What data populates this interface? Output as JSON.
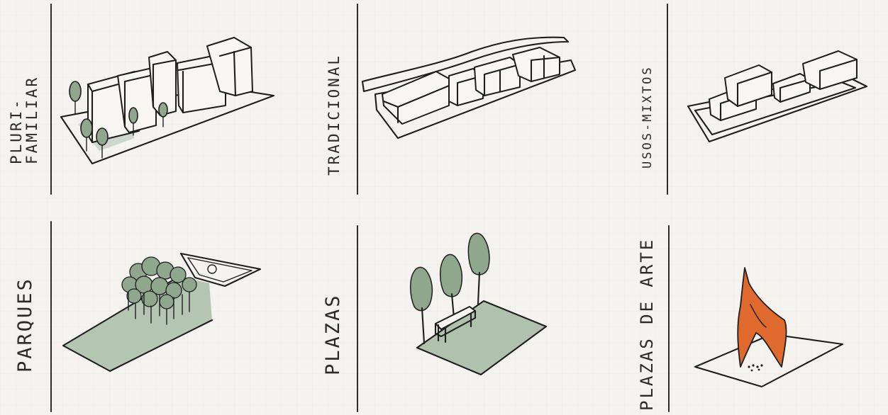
{
  "panels": [
    {
      "id": "plurifamiliar",
      "label_lines": [
        "PLURI-",
        "FAMILIAR"
      ]
    },
    {
      "id": "tradicional",
      "label_lines": [
        "TRADICIONAL"
      ]
    },
    {
      "id": "usos-mixtos",
      "label_lines": [
        "USOS-MIXTOS"
      ]
    },
    {
      "id": "parques",
      "label_lines": [
        "PARQUES"
      ]
    },
    {
      "id": "plazas",
      "label_lines": [
        "PLAZAS"
      ]
    },
    {
      "id": "plazas-de-arte",
      "label_lines": [
        "PLAZAS DE ARTE"
      ]
    }
  ],
  "colors": {
    "ink": "#1e1e1e",
    "paper": "#f4f3f0",
    "green_wash": "#9fb59d",
    "tree_green": "#8fa78c",
    "sculpture_orange": "#e06a2e"
  }
}
